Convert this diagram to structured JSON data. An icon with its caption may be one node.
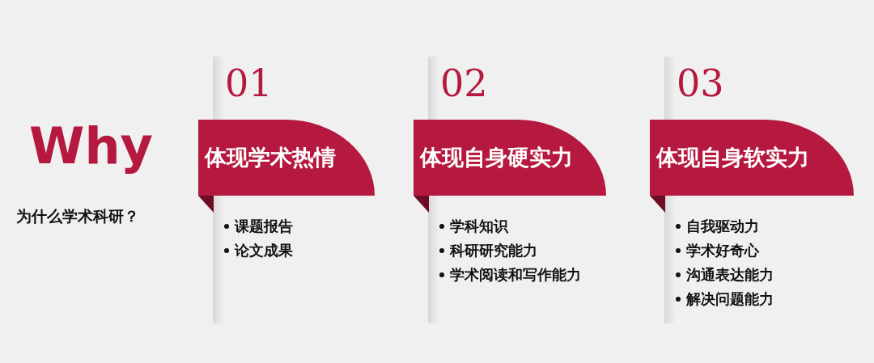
{
  "diagram": {
    "title": "Why",
    "nodes": [
      {
        "text": [
          "体现学术热情"
        ],
        "beside": [
          "01"
        ]
      },
      {
        "text": [
          "体现自身硬实力"
        ],
        "beside": [
          "02"
        ]
      },
      {
        "text": [
          "体现自身软实力"
        ],
        "beside": [
          "03"
        ]
      }
    ],
    "labels": [
      "为什么学术科研？",
      "课题报告",
      "论文成果",
      "学科知识",
      "科研研究能力",
      "学术阅读和写作能力",
      "自我驱动力",
      "学术好奇心",
      "沟通表达能力",
      "解决问题能力"
    ]
  }
}
